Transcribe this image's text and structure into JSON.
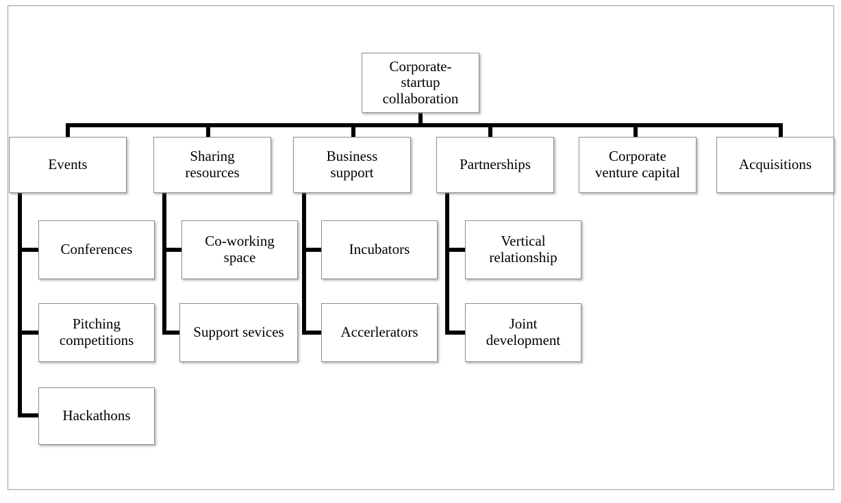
{
  "diagram": {
    "type": "tree",
    "orientation": "top-down",
    "root": {
      "label": "Corporate-\nstartup\ncollaboration"
    },
    "branches": [
      {
        "label": "Events",
        "children": [
          {
            "label": "Conferences"
          },
          {
            "label": "Pitching\ncompetitions"
          },
          {
            "label": "Hackathons"
          }
        ]
      },
      {
        "label": "Sharing\nresources",
        "children": [
          {
            "label": "Co-working\nspace"
          },
          {
            "label": "Support sevices"
          }
        ]
      },
      {
        "label": "Business\nsupport",
        "children": [
          {
            "label": "Incubators"
          },
          {
            "label": "Accerlerators"
          }
        ]
      },
      {
        "label": "Partnerships",
        "children": [
          {
            "label": "Vertical\nrelationship"
          },
          {
            "label": "Joint\ndevelopment"
          }
        ]
      },
      {
        "label": "Corporate\nventure capital",
        "children": []
      },
      {
        "label": "Acquisitions",
        "children": []
      }
    ],
    "colors": {
      "line": "#000000",
      "box_border": "#8d8d8d",
      "box_fill": "#ffffff",
      "page_border": "#9a9a9a",
      "text": "#000000"
    }
  }
}
